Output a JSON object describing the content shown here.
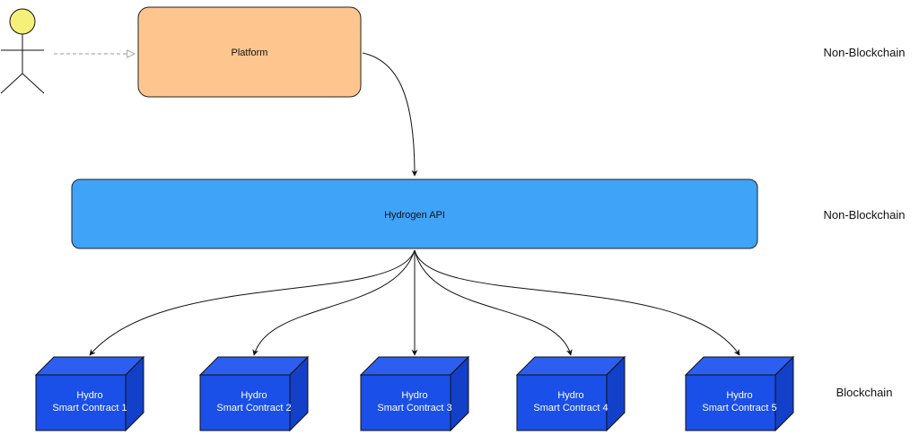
{
  "nodes": {
    "platform": {
      "label": "Platform"
    },
    "api": {
      "label": "Hydrogen API"
    },
    "contracts": [
      {
        "line1": "Hydro",
        "line2": "Smart Contract 1"
      },
      {
        "line1": "Hydro",
        "line2": "Smart Contract 2"
      },
      {
        "line1": "Hydro",
        "line2": "Smart Contract 3"
      },
      {
        "line1": "Hydro",
        "line2": "Smart Contract 4"
      },
      {
        "line1": "Hydro",
        "line2": "Smart Contract 5"
      }
    ]
  },
  "layers": {
    "top": "Non-Blockchain",
    "middle": "Non-Blockchain",
    "bottom": "Blockchain"
  },
  "colors": {
    "platform_fill": "#FFC58F",
    "api_fill": "#3FA3F7",
    "cube_front": "#1A4FE8",
    "cube_top": "#2C5FF0",
    "cube_side": "#1240C8",
    "actor_head": "#F5F07A"
  },
  "icons": {
    "actor": "stick-figure-icon"
  }
}
